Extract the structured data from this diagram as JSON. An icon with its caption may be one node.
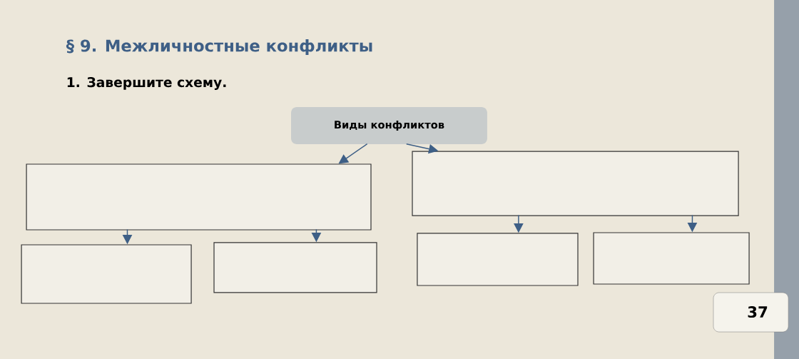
{
  "diagram": {
    "title": "§ 9. Межличностные конфликты",
    "nodes": [
      {
        "text": [
          "Виды конфликтов"
        ]
      },
      {
        "text": [],
        "shape": "box"
      },
      {
        "text": [],
        "shape": "box"
      },
      {
        "text": [],
        "shape": "box"
      },
      {
        "text": [],
        "shape": "box"
      },
      {
        "text": [],
        "shape": "box"
      },
      {
        "text": [],
        "shape": "box"
      }
    ],
    "edges": [
      {
        "from": 0,
        "to": 1,
        "arrow": "to"
      },
      {
        "from": 0,
        "to": 2,
        "arrow": "to"
      },
      {
        "from": 1,
        "to": 3,
        "arrow": "to"
      },
      {
        "from": 1,
        "to": 4,
        "arrow": "to"
      },
      {
        "from": 2,
        "to": 5,
        "arrow": "to"
      },
      {
        "from": 2,
        "to": 6,
        "arrow": "to"
      }
    ],
    "labels": [
      "1. Завершите схему.",
      "37"
    ]
  }
}
